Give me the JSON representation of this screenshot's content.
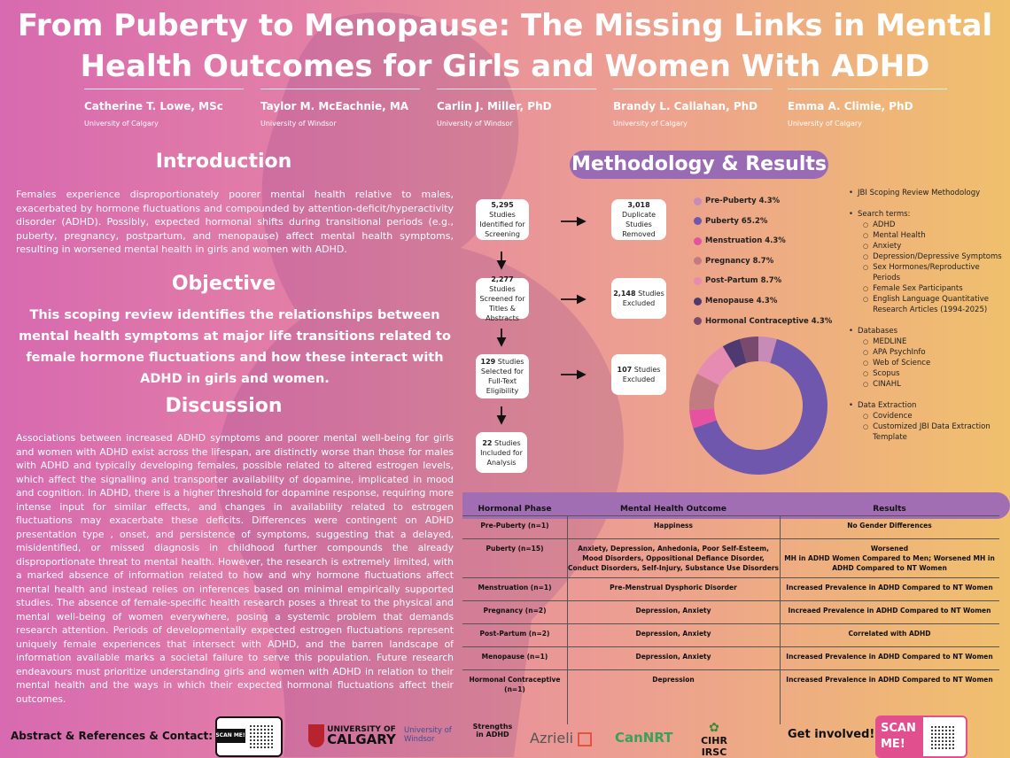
{
  "title_line1": "From Puberty to Menopause:  The Missing Links in Mental",
  "title_line2": "Health Outcomes for Girls and Women With ADHD",
  "authors": [
    {
      "name": "Catherine T. Lowe, MSc",
      "affiliation": "University of Calgary"
    },
    {
      "name": "Taylor M. McEachnie, MA",
      "affiliation": "University of Windsor"
    },
    {
      "name": "Carlin J. Miller, PhD",
      "affiliation": "University of Windsor"
    },
    {
      "name": "Brandy L. Callahan, PhD",
      "affiliation": "University of Calgary"
    },
    {
      "name": "Emma A. Climie, PhD",
      "affiliation": "University of Calgary"
    }
  ],
  "introduction": {
    "title": "Introduction",
    "text": "Females experience disproportionately poorer mental health relative to males, exacerbated by hormone fluctuations and compounded by attention-deficit/hyperactivity disorder (ADHD). Possibly, expected hormonal shifts during transitional periods (e.g., puberty, pregnancy, postpartum, and menopause) affect mental health symptoms, resulting in worsened mental health in girls and women with ADHD."
  },
  "objective": {
    "title": "Objective",
    "text": "This scoping review identifies the relationships between mental health symptoms at major life transitions related to female hormone fluctuations and how these interact with ADHD in girls and women."
  },
  "discussion": {
    "title": "Discussion",
    "text": "Associations between increased ADHD symptoms and poorer mental well-being for girls and women with ADHD exist across the lifespan, are distinctly worse than those for males with ADHD and typically developing females, possible related to altered estrogen levels, which affect the signalling and transporter availability of dopamine, implicated in mood and cognition. In ADHD, there is a higher threshold for dopamine response, requiring more intense input for similar effects, and changes in availability related to estrogen fluctuations may exacerbate these deficits. Differences were contingent on ADHD presentation type , onset, and persistence of symptoms, suggesting that a delayed, misidentified, or missed diagnosis in childhood further compounds the already disproportionate threat to mental health. However, the research is extremely limited, with a marked absence of information related to how and why hormone fluctuations affect mental health and instead relies on inferences based on minimal empirically supported studies. The absence of female-specific health research poses a threat to the physical and mental well-being of women everywhere,  posing a systemic problem that demands research attention. Periods of developmentally expected estrogen fluctuations represent uniquely female experiences that intersect with ADHD, and the barren landscape of information available marks a societal failure to serve this population. Future research endeavours must prioritize understanding girls and women with ADHD in relation to their mental health and the ways in which their expected hormonal fluctuations affect their outcomes."
  },
  "methodology_title": "Methodology & Results",
  "flow": {
    "b1_num": "5,295",
    "b1_text": "Studies Identified for Screening",
    "b2_num": "2,277",
    "b2_text": "Studies Screened for Titles & Abstracts",
    "b3_num": "129",
    "b3_text": "Studies Selected for Full-Text Eligibility",
    "b4_num": "22",
    "b4_text": "Studies Included for Analysis",
    "e1_num": "3,018",
    "e1_text": "Duplicate Studies Removed",
    "e2_num": "2,148",
    "e2_text": "Studies Excluded",
    "e3_num": "107",
    "e3_text": "Studies Excluded"
  },
  "chart_data": {
    "type": "pie",
    "donut": true,
    "categories": [
      "Pre-Puberty",
      "Puberty",
      "Menstruation",
      "Pregnancy",
      "Post-Partum",
      "Menopause",
      "Hormonal Contraceptive"
    ],
    "values": [
      4.3,
      65.2,
      4.3,
      8.7,
      8.7,
      4.3,
      4.3
    ],
    "legend_labels": [
      "Pre-Puberty 4.3%",
      "Puberty 65.2%",
      "Menstruation 4.3%",
      "Pregnancy 8.7%",
      "Post-Partum 8.7%",
      "Menopause 4.3%",
      "Hormonal Contraceptive 4.3%"
    ],
    "colors": [
      "#c78bb8",
      "#6f57ad",
      "#e5529f",
      "#c27b82",
      "#e68bb1",
      "#4e3a70",
      "#7a4a6e"
    ],
    "legend_position": "top"
  },
  "methods_list": {
    "h1": "JBI Scoping Review Methodology",
    "h2": "Search terms:",
    "terms": [
      "ADHD",
      "Mental Health",
      "Anxiety",
      "Depression/Depressive Symptoms",
      "Sex Hormones/Reproductive Periods",
      "Female Sex Participants",
      "English Language Quantitative Research Articles (1994-2025)"
    ],
    "h3": "Databases",
    "databases": [
      "MEDLINE",
      "APA PsychInfo",
      "Web of Science",
      "Scopus",
      "CINAHL"
    ],
    "h4": "Data Extraction",
    "extraction": [
      "Covidence",
      "Customized JBI Data Extraction Template"
    ]
  },
  "table": {
    "headers": [
      "Hormonal Phase",
      "Mental Health Outcome",
      "Results"
    ],
    "rows": [
      [
        "Pre-Puberty (n=1)",
        "Happiness",
        "No Gender Differences"
      ],
      [
        "Puberty (n=15)",
        "Anxiety, Depression, Anhedonia, Poor Self-Esteem, Mood Disorders, Oppositional Defiance Disorder, Conduct Disorders, Self-Injury, Substance Use Disorders",
        "Worsened\nMH in ADHD Women Compared to Men; Worsened MH in ADHD Compared to NT Women"
      ],
      [
        "Menstruation (n=1)",
        "Pre-Menstrual Dysphoric Disorder",
        "Increased Prevalence in ADHD Compared to NT Women"
      ],
      [
        "Pregnancy (n=2)",
        "Depression, Anxiety",
        "Increaed Prevalence in ADHD Compared to NT Women"
      ],
      [
        "Post-Partum (n=2)",
        "Depression, Anxiety",
        "Correlated with ADHD"
      ],
      [
        "Menopause (n=1)",
        "Depression, Anxiety",
        "Increased Prevalence in ADHD Compared to NT Women"
      ],
      [
        "Hormonal Contraceptive (n=1)",
        "Depression",
        "Increased Prevalence in ADHD Compared to NT Women"
      ]
    ]
  },
  "footer": {
    "abstract_label": "Abstract & References & Contact:",
    "scan_me_small": "SCAN ME!",
    "get_involved": "Get involved!",
    "scan_me_big": "SCAN ME!",
    "logo_calgary_top": "UNIVERSITY OF",
    "logo_calgary_bottom": "CALGARY",
    "logo_windsor": "University of Windsor",
    "logo_strengths": "Strengths in ADHD",
    "logo_azrieli": "Azrieli",
    "logo_canrnt": "CanNRT",
    "logo_cihr": "CIHR IRSC"
  }
}
